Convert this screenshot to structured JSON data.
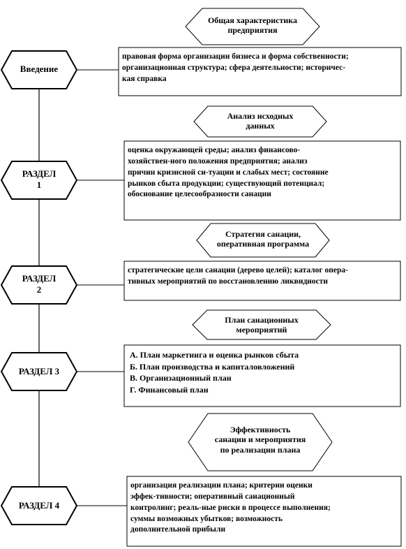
{
  "sections": [
    {
      "node_lines": [
        "Введение"
      ],
      "header_lines": [
        "Общая  характеристика",
        "предприятия"
      ],
      "box_lines": [
        "правовая форма организации  бизнеса и форма собственности;",
        "организационная  структура; сфера деятельности; историчес-",
        "кая справка"
      ]
    },
    {
      "node_lines": [
        "РАЗДЕЛ",
        "1"
      ],
      "header_lines": [
        "Анализ исходных",
        "данных"
      ],
      "box_lines": [
        "оценка окружающей  среды;  анализ финансово-",
        "хозяйствен-ного положения предприятия; анализ",
        "причин кризисной си-туации и слабых мест;  состояние",
        "рынков  сбыта продукции; существующий  потенциал;",
        "обоснование целесообразности санации"
      ]
    },
    {
      "node_lines": [
        "РАЗДЕЛ",
        "2"
      ],
      "header_lines": [
        "Стратегия санации,",
        "оперативная программа"
      ],
      "box_lines": [
        "стратегические цели санации  (дерево целей); каталог опера-",
        "тивных мероприятий  по восстановлению ликвидности"
      ]
    },
    {
      "node_lines": [
        "РАЗДЕЛ 3"
      ],
      "header_lines": [
        "План санационных",
        "мероприятий"
      ],
      "box_lines": [
        "А.  План маркетинга и оценка рынков  сбыта",
        "Б. План производства и капиталовложений",
        "В.  Организационный план",
        "Г.  Финансовый план"
      ]
    },
    {
      "node_lines": [
        "РАЗДЕЛ 4"
      ],
      "header_lines": [
        "Эффективность",
        "санации и мероприятия",
        "по реализации плана"
      ],
      "box_lines": [
        "организация реализации плана; критерии оценки",
        "эффек-тивности;  оперативный санационный",
        "контролинг; реаль-ные риски в процессе выполнения;",
        "суммы возможных убытков; возможность",
        "дополнительной прибыли"
      ]
    }
  ]
}
